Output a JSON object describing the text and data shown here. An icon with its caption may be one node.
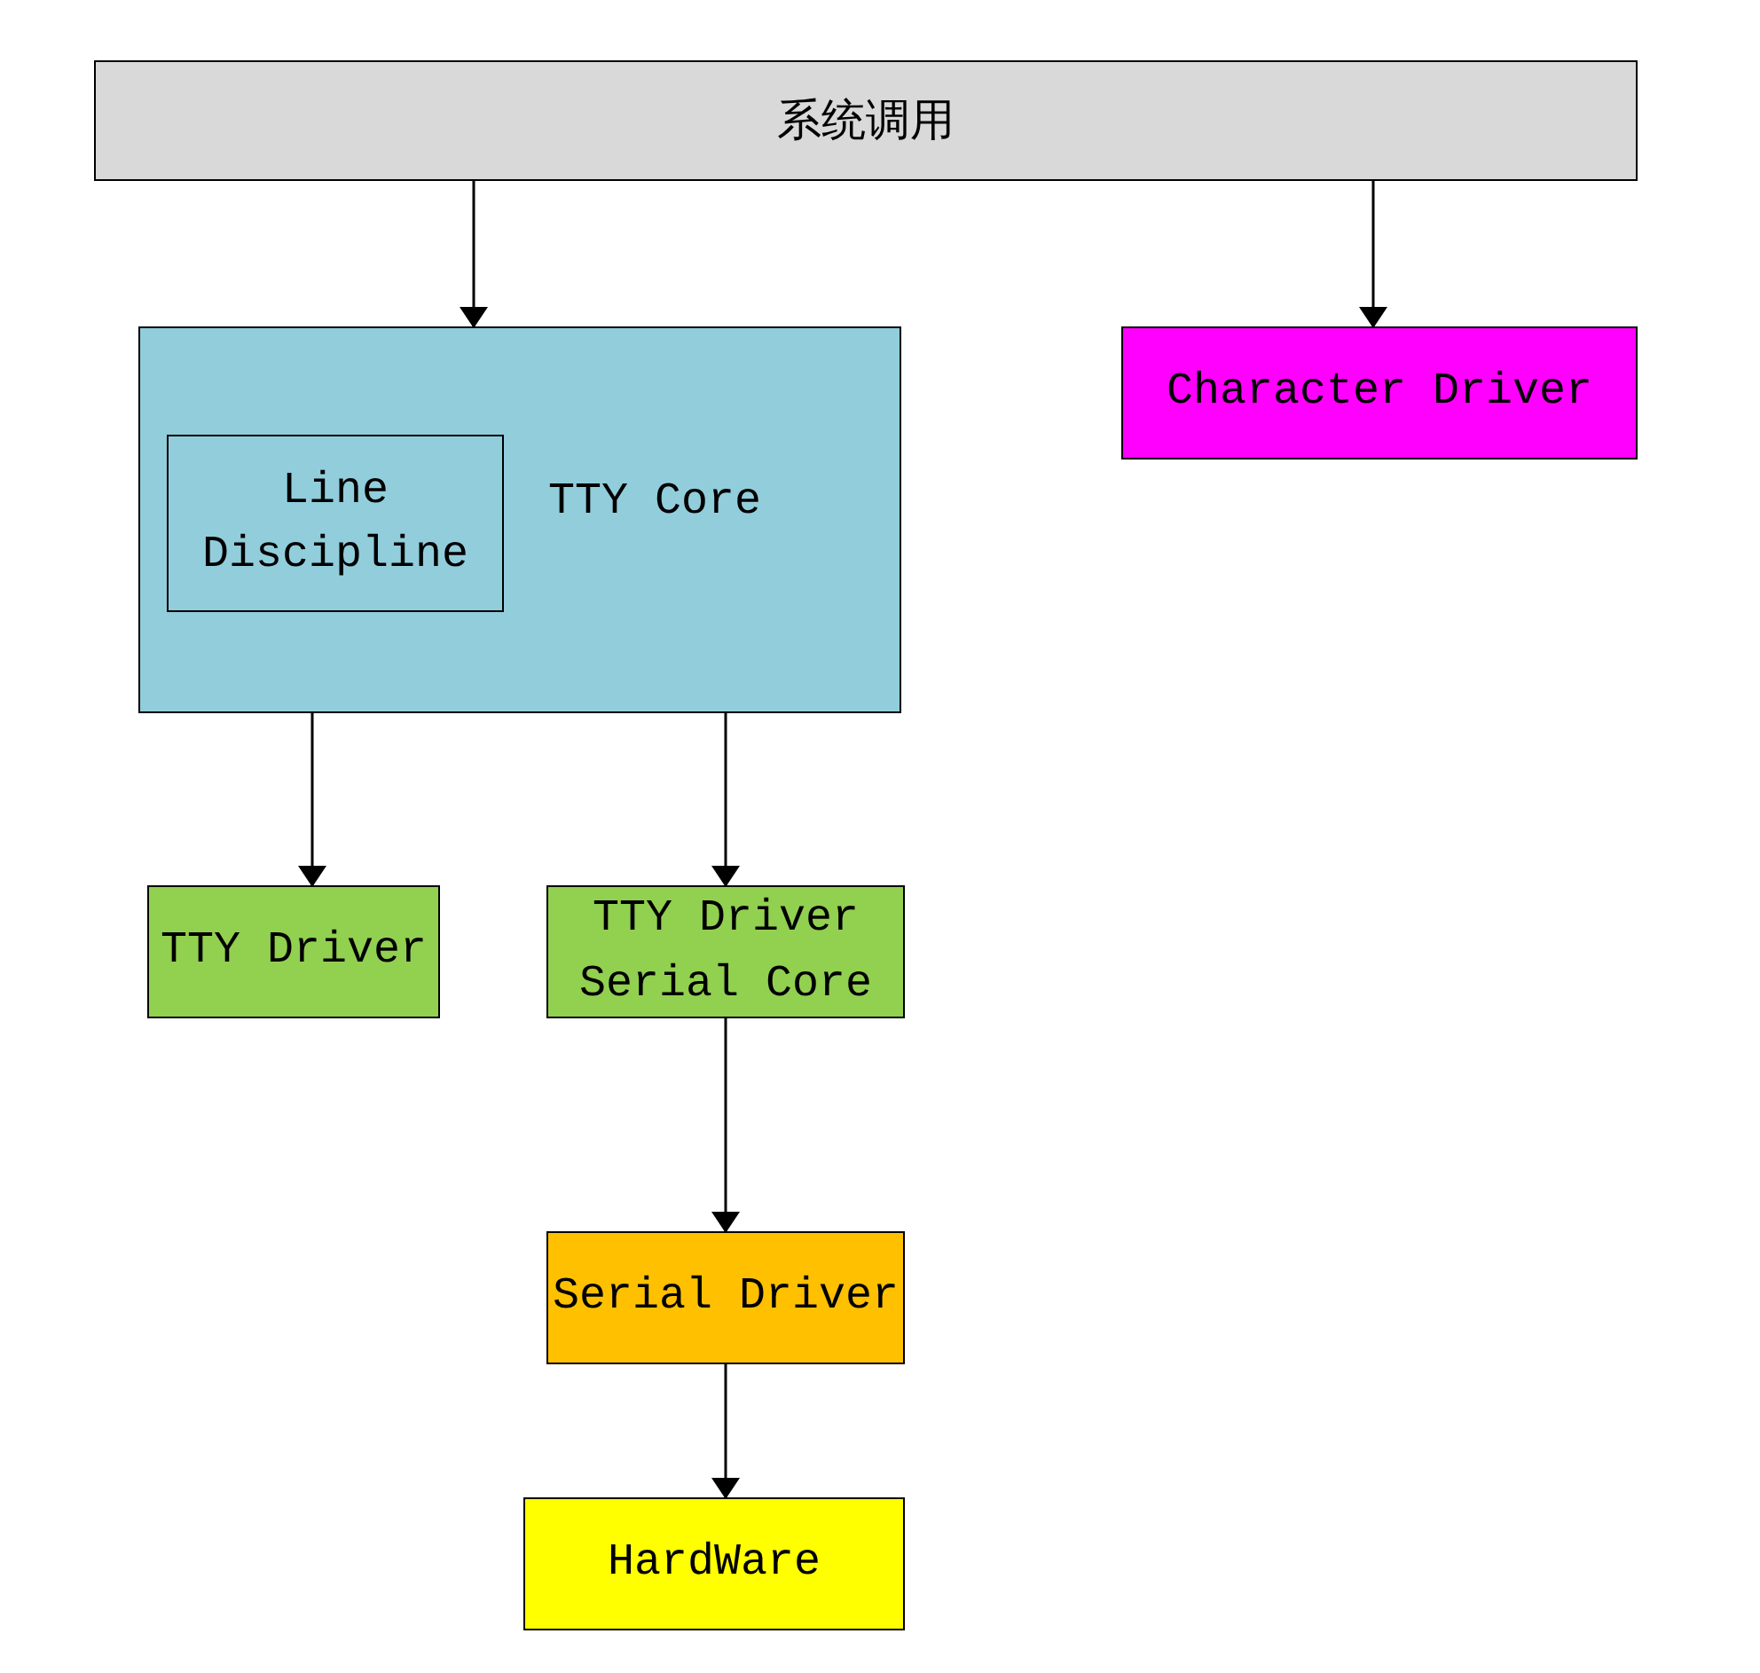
{
  "diagram": {
    "nodes": [
      {
        "text": [
          "系统调用"
        ]
      },
      {
        "text": [
          "TTY Core"
        ]
      },
      {
        "text": [
          "Line Discipline"
        ],
        "in": 1
      },
      {
        "text": [
          "Character Driver"
        ]
      },
      {
        "text": [
          "TTY Driver"
        ]
      },
      {
        "text": [
          "TTY Driver Serial Core"
        ]
      },
      {
        "text": [
          "Serial Driver"
        ]
      },
      {
        "text": [
          "HardWare"
        ]
      }
    ],
    "edges": [
      {
        "from": 0,
        "to": 1,
        "arrow": "to"
      },
      {
        "from": 0,
        "to": 3,
        "arrow": "to"
      },
      {
        "from": 1,
        "to": 4,
        "arrow": "to"
      },
      {
        "from": 1,
        "to": 5,
        "arrow": "to"
      },
      {
        "from": 5,
        "to": 6,
        "arrow": "to"
      },
      {
        "from": 6,
        "to": 7,
        "arrow": "to"
      }
    ]
  }
}
